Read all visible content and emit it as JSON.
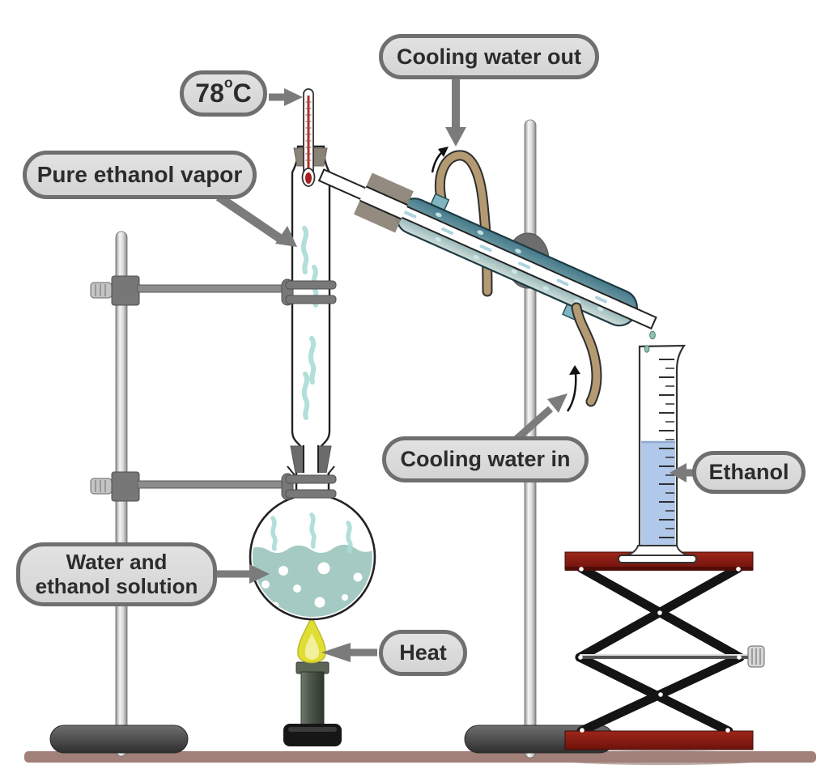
{
  "labels": {
    "temperature": {
      "value": "78",
      "degree": "o",
      "unit": "C"
    },
    "cooling_water_out": "Cooling water out",
    "pure_ethanol_vapor": "Pure ethanol vapor",
    "cooling_water_in": "Cooling water in",
    "ethanol": "Ethanol",
    "water_ethanol_solution": {
      "line1": "Water and",
      "line2": "ethanol solution"
    },
    "heat": "Heat"
  },
  "colors": {
    "callout_fill": "#dcdcdc",
    "callout_border": "#6f6f6f",
    "callout_text": "#2c2c2c",
    "arrow_gray": "#7b7b7b",
    "solution_teal": "#a4cac3",
    "vapor_teal": "#a9dcd5",
    "condenser_teal": "#44798a",
    "ethanol_blue": "#b0c9ea",
    "hose_tan": "#b49a72",
    "flame_yellow": "#e0dd33",
    "jack_red": "#8c1d13",
    "bench_brown": "#a1807a",
    "thermometer_red": "#b03028",
    "metal_gray": "#8c8c8c",
    "burner_green": "#4d5749"
  }
}
